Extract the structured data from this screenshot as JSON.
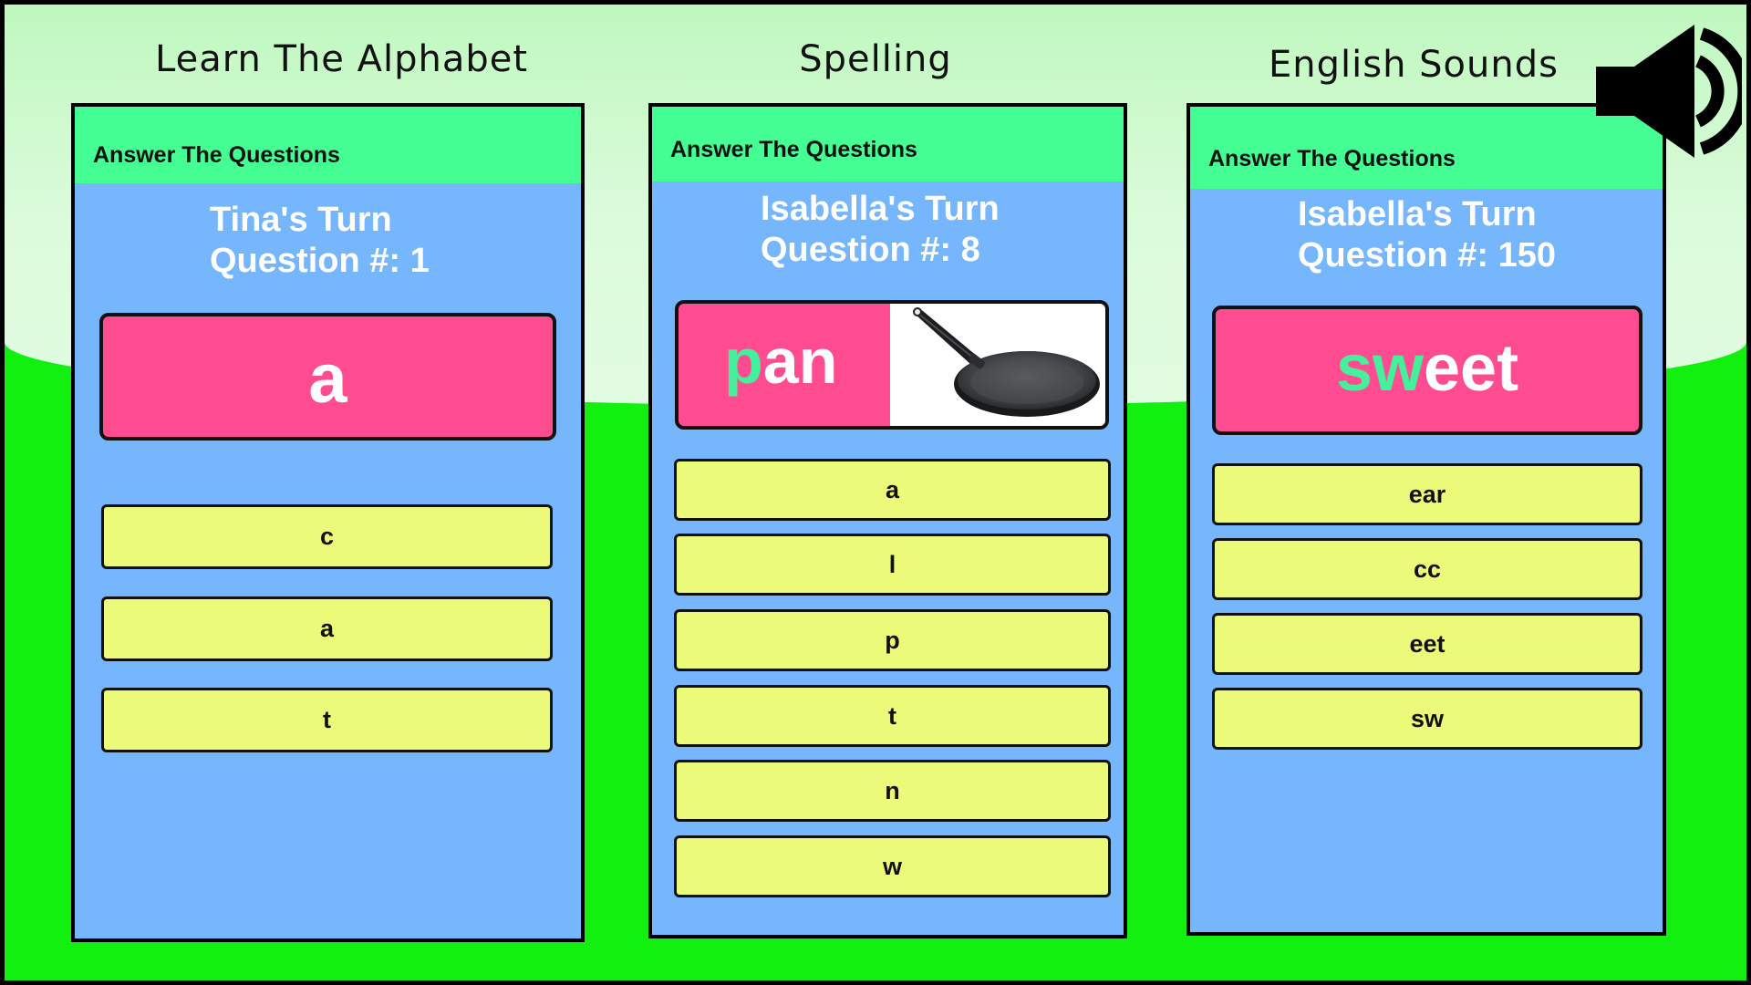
{
  "modes": [
    {
      "title": "Learn The Alphabet",
      "header": "Answer The Questions",
      "turn": "Tina's Turn",
      "question_label": "Question #:",
      "question_number": "1",
      "word": [
        {
          "text": "a",
          "highlight": false
        }
      ],
      "answers": [
        "c",
        "a",
        "t"
      ]
    },
    {
      "title": "Spelling",
      "header": "Answer The Questions",
      "turn": "Isabella's Turn",
      "question_label": "Question #:",
      "question_number": "8",
      "word": [
        {
          "text": "p",
          "highlight": true
        },
        {
          "text": "an",
          "highlight": false
        }
      ],
      "image": "frying-pan-photo",
      "answers": [
        "a",
        "l",
        "p",
        "t",
        "n",
        "w"
      ]
    },
    {
      "title": "English Sounds",
      "header": "Answer The Questions",
      "turn": "Isabella's Turn",
      "question_label": "Question #:",
      "question_number": "150",
      "word": [
        {
          "text": "sw",
          "highlight": true
        },
        {
          "text": "eet",
          "highlight": false
        }
      ],
      "answers": [
        "ear",
        "cc",
        "eet",
        "sw"
      ]
    }
  ],
  "icons": {
    "sound": "speaker-icon"
  },
  "colors": {
    "background": "#11f00f",
    "panel": "#76b6fc",
    "header": "#44fd93",
    "word_card": "#ff4b8f",
    "answer": "#ebfb79",
    "highlight_letters": "#44f09b"
  }
}
